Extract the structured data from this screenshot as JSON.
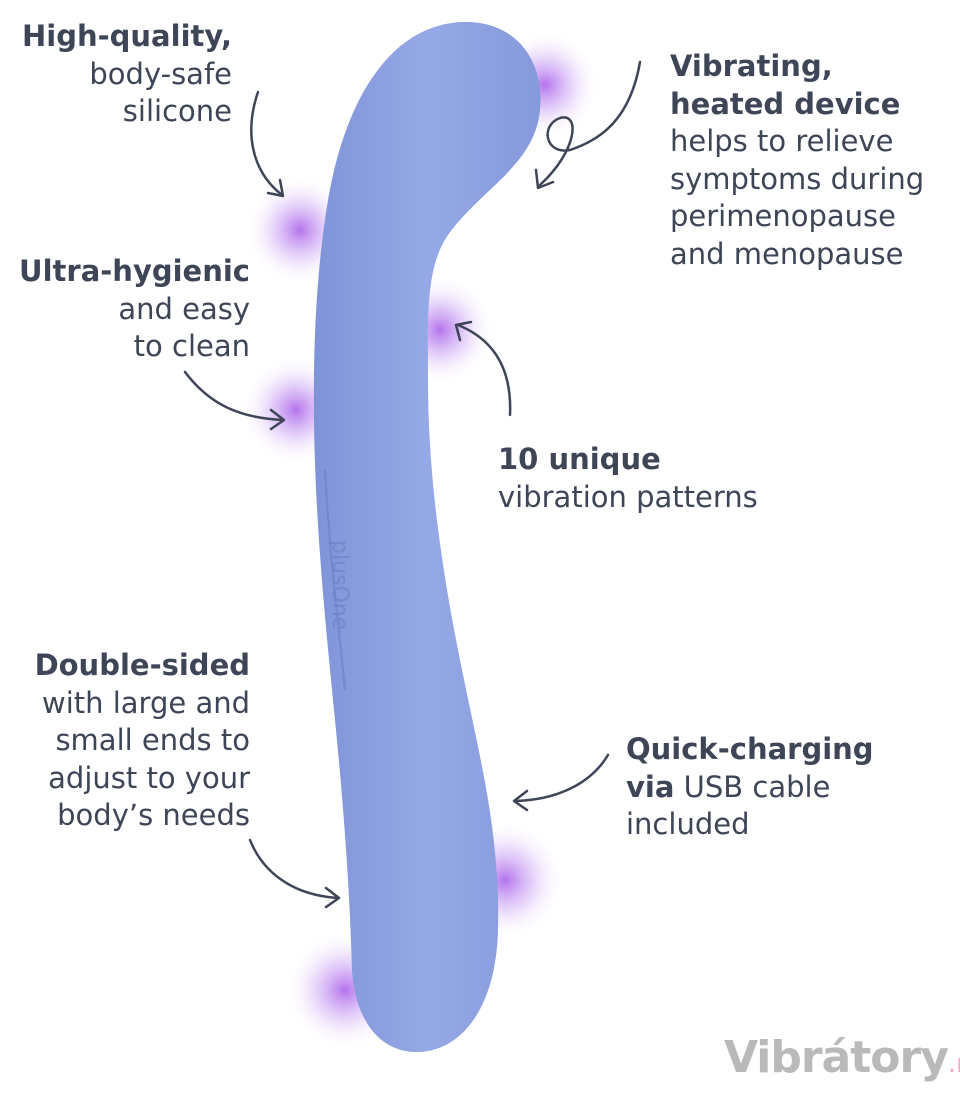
{
  "features": {
    "silicone": {
      "bold": "High-quality,",
      "lines": [
        "body-safe",
        "silicone"
      ]
    },
    "heated": {
      "bold": [
        "Vibrating,",
        "heated device"
      ],
      "lines": [
        "helps to relieve",
        "symptoms during",
        "perimenopause",
        "and menopause"
      ]
    },
    "hygienic": {
      "bold": "Ultra-hygienic",
      "lines": [
        "and easy",
        "to clean"
      ]
    },
    "patterns": {
      "bold": "10 unique",
      "lines": [
        "vibration patterns"
      ]
    },
    "double": {
      "bold": "Double-sided",
      "lines": [
        "with large and",
        "small ends to",
        "adjust to your",
        "body’s needs"
      ]
    },
    "charging": {
      "bold": [
        "Quick-charging",
        "via"
      ],
      "rest": "USB cable",
      "lines": [
        "included"
      ]
    }
  },
  "device_logo": "plusOne",
  "watermark": {
    "main": "Vibrátory",
    "suffix": ".net"
  },
  "colors": {
    "text": "#3e4557",
    "device": "#8ea2e2",
    "glow": "#a14fe0",
    "watermark": "#b9b9b9",
    "watermark_accent": "#f2a6c4"
  }
}
